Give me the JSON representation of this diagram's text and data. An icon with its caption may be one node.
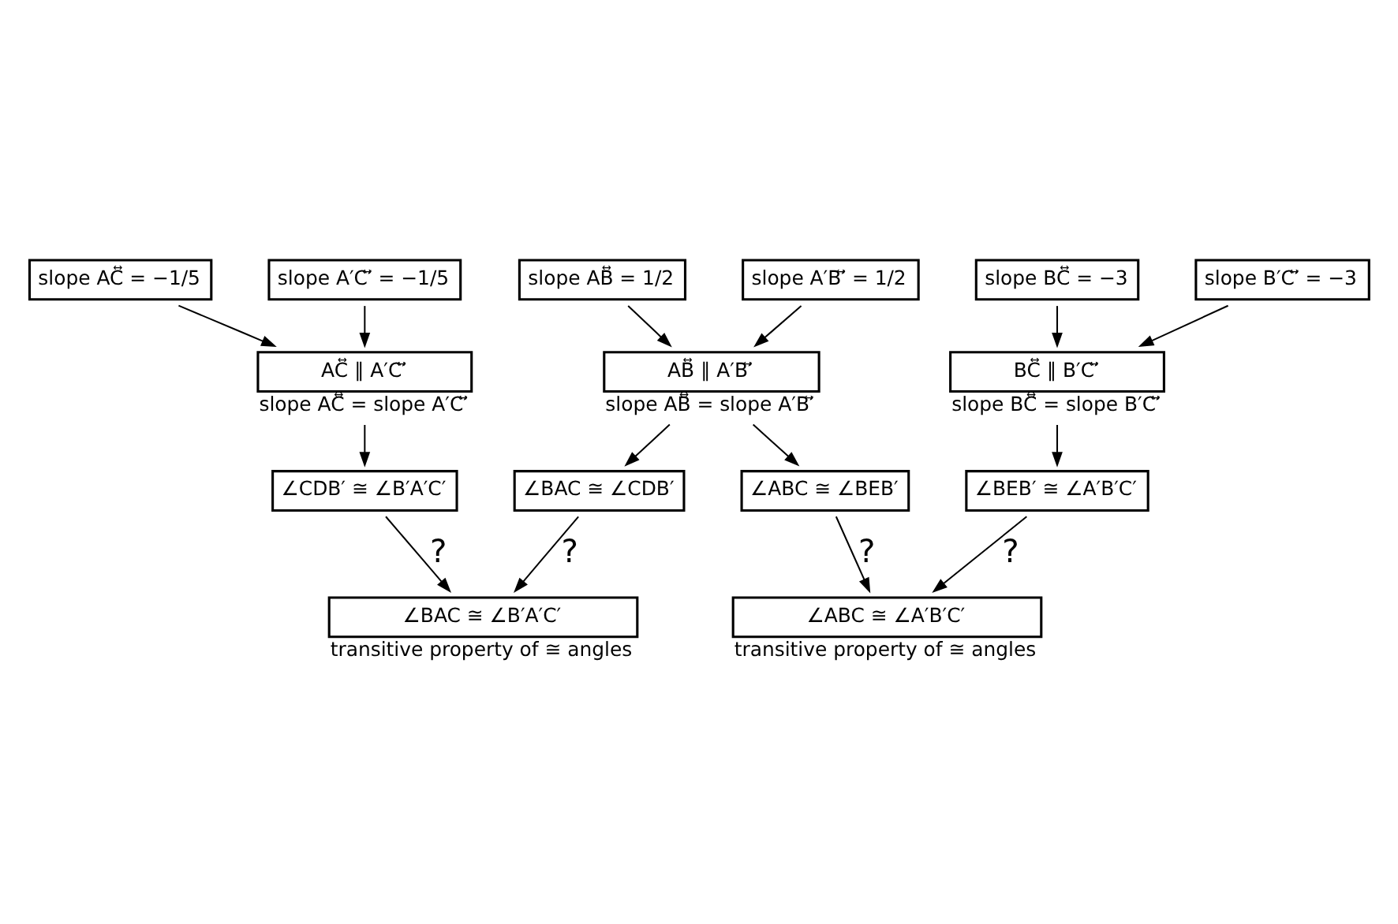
{
  "diagram": {
    "nodes": [
      {
        "text": [
          "slope AC⃡ = −1/5"
        ]
      },
      {
        "text": [
          "slope A′C′⃡ = −1/5"
        ]
      },
      {
        "text": [
          "AC⃡ ∥ A′C′⃡"
        ],
        "beside": [
          "slope AC⃡ = slope A′C′⃡"
        ]
      },
      {
        "text": [
          "slope AB⃡ = 1/2"
        ]
      },
      {
        "text": [
          "slope A′B′⃡ = 1/2"
        ]
      },
      {
        "text": [
          "AB⃡ ∥ A′B′⃡"
        ],
        "beside": [
          "slope AB⃡ = slope A′B′⃡"
        ]
      },
      {
        "text": [
          "slope BC⃡ = −3"
        ]
      },
      {
        "text": [
          "slope B′C′⃡ = −3"
        ]
      },
      {
        "text": [
          "BC⃡ ∥ B′C′⃡"
        ],
        "beside": [
          "slope BC⃡ = slope B′C′⃡"
        ]
      },
      {
        "text": [
          "∠CDB′ ≅ ∠B′A′C′"
        ]
      },
      {
        "text": [
          "∠BAC ≅ ∠CDB′"
        ]
      },
      {
        "text": [
          "∠ABC ≅ ∠BEB′"
        ]
      },
      {
        "text": [
          "∠BEB′ ≅ ∠A′B′C′"
        ]
      },
      {
        "text": [
          "∠BAC ≅ ∠B′A′C′"
        ],
        "beside": [
          "transitive property of ≅ angles"
        ]
      },
      {
        "text": [
          "∠ABC ≅ ∠A′B′C′"
        ],
        "beside": [
          "transitive property of ≅ angles"
        ]
      }
    ],
    "edges": [
      {
        "from": 0,
        "to": 2,
        "arrow": "to"
      },
      {
        "from": 1,
        "to": 2,
        "arrow": "to"
      },
      {
        "from": 3,
        "to": 5,
        "arrow": "to"
      },
      {
        "from": 4,
        "to": 5,
        "arrow": "to"
      },
      {
        "from": 6,
        "to": 8,
        "arrow": "to"
      },
      {
        "from": 7,
        "to": 8,
        "arrow": "to"
      },
      {
        "from": 2,
        "to": 9,
        "arrow": "to"
      },
      {
        "from": 5,
        "to": 10,
        "arrow": "to"
      },
      {
        "from": 5,
        "to": 11,
        "arrow": "to"
      },
      {
        "from": 8,
        "to": 12,
        "arrow": "to"
      },
      {
        "from": 9,
        "to": 13,
        "arrow": "to",
        "label": "?"
      },
      {
        "from": 10,
        "to": 13,
        "arrow": "to",
        "label": "?"
      },
      {
        "from": 11,
        "to": 14,
        "arrow": "to",
        "label": "?"
      },
      {
        "from": 12,
        "to": 14,
        "arrow": "to",
        "label": "?"
      }
    ]
  }
}
